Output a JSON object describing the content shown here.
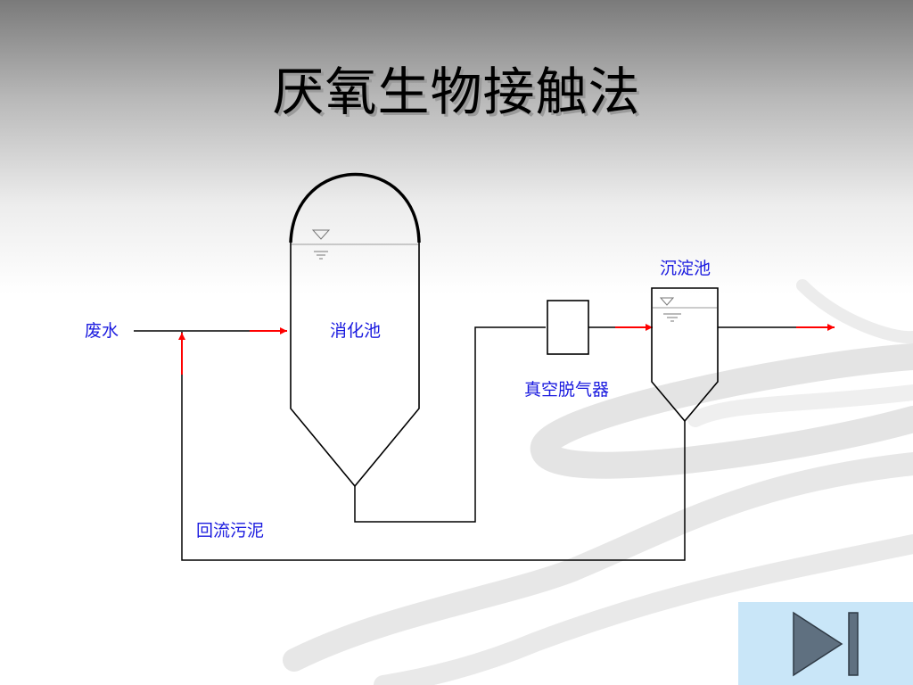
{
  "slide": {
    "title": "厌氧生物接触法"
  },
  "diagram": {
    "labels": {
      "inlet": "废水",
      "digester": "消化池",
      "degasser": "真空脱气器",
      "settler": "沉淀池",
      "return_sludge": "回流污泥"
    },
    "colors": {
      "label_text": "#1a1adf",
      "line": "#000000",
      "arrow": "#ff0000",
      "water_line": "#9a9a9a"
    }
  },
  "navigation": {
    "icon": "play-to-end-icon",
    "color": "#5f7080"
  }
}
